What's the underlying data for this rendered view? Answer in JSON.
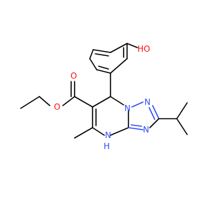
{
  "colors": {
    "carbon_bond": "#000000",
    "nitrogen": "#3050f8",
    "oxygen": "#ff0d0d",
    "background": "#ffffff"
  },
  "atoms": {
    "o_hydroxyl": "HO",
    "o_ester_carbonyl": "O",
    "o_ester_ether": "O",
    "n1": "N",
    "n2": "N",
    "n3": "N",
    "nh": "H",
    "nh_n": "N"
  }
}
